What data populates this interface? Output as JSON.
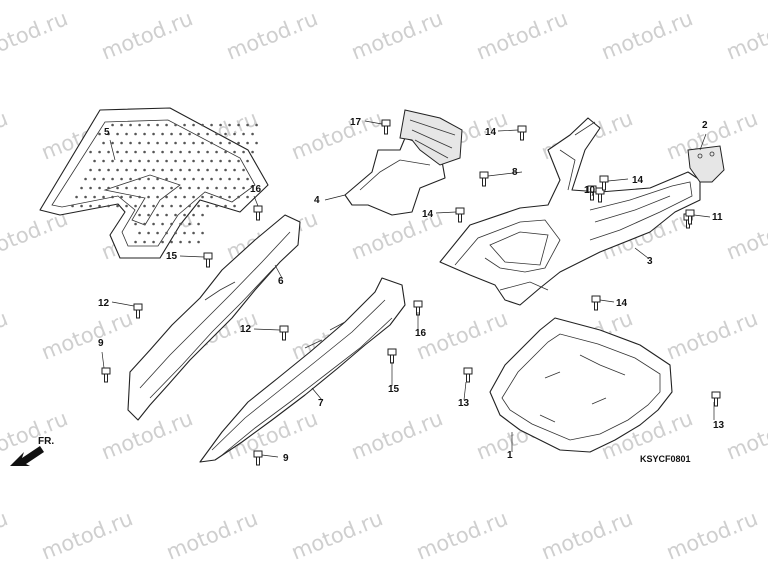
{
  "watermark": "motod.ru",
  "diagram_code": "KSYCF0801",
  "direction_marker": "FR.",
  "callouts": {
    "c1": "1",
    "c2": "2",
    "c3": "3",
    "c4": "4",
    "c5": "5",
    "c6": "6",
    "c7": "7",
    "c8": "8",
    "c9a": "9",
    "c9b": "9",
    "c10": "10",
    "c11": "11",
    "c12a": "12",
    "c12b": "12",
    "c13a": "13",
    "c13b": "13",
    "c14a": "14",
    "c14b": "14",
    "c14c": "14",
    "c14d": "14",
    "c15a": "15",
    "c15b": "15",
    "c16a": "16",
    "c16b": "16",
    "c17": "17"
  },
  "icons": {
    "bolt": "bolt-icon",
    "clip": "clip-icon",
    "direction": "front-arrow-icon"
  }
}
